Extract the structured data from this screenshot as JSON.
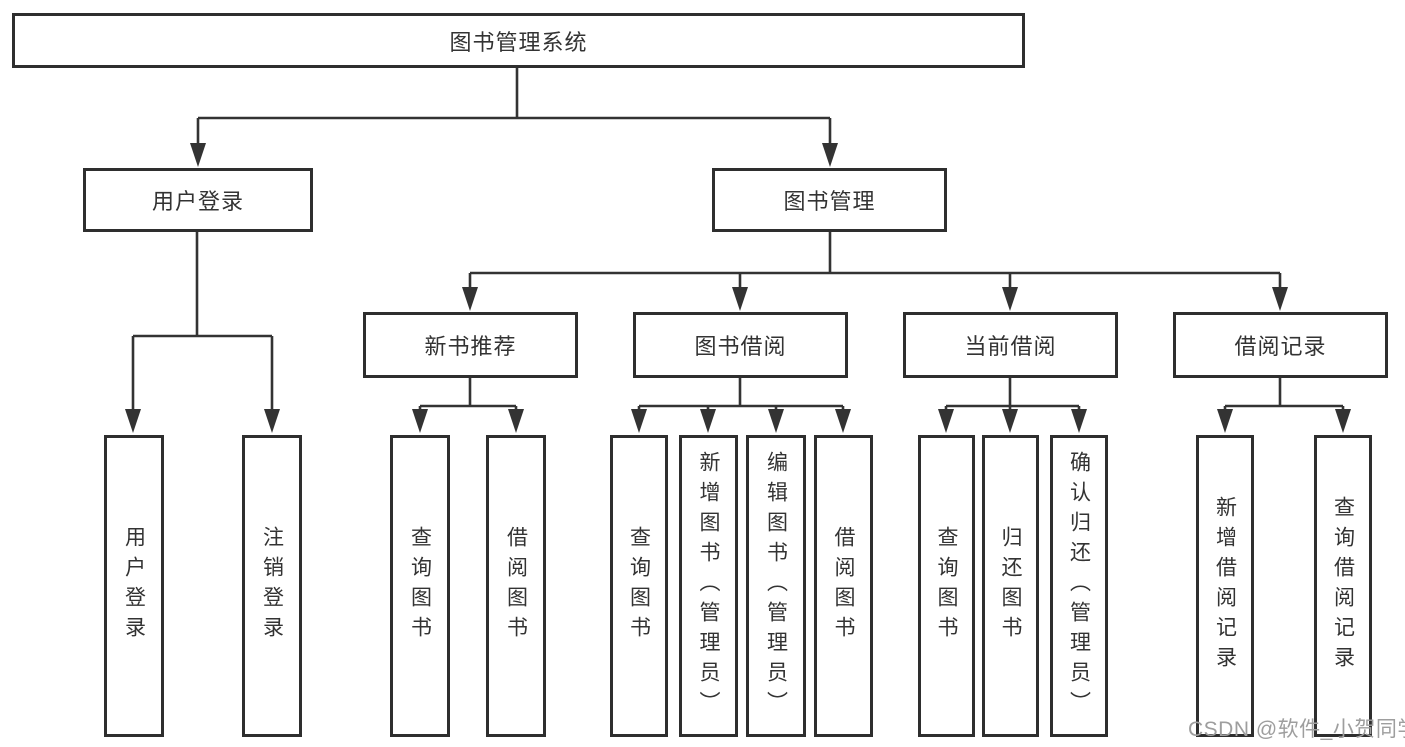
{
  "diagram": {
    "root": "图书管理系统",
    "user_login": {
      "label": "用户登录",
      "children": [
        "用户登录",
        "注销登录"
      ]
    },
    "book_mgmt": {
      "label": "图书管理",
      "sections": [
        {
          "label": "新书推荐",
          "children": [
            "查询图书",
            "借阅图书"
          ]
        },
        {
          "label": "图书借阅",
          "children": [
            "查询图书",
            "新增图书（管理员）",
            "编辑图书（管理员）",
            "借阅图书"
          ]
        },
        {
          "label": "当前借阅",
          "children": [
            "查询图书",
            "归还图书",
            "确认归还（管理员）"
          ]
        },
        {
          "label": "借阅记录",
          "children": [
            "新增借阅记录",
            "查询借阅记录"
          ]
        }
      ]
    }
  },
  "watermark": "CSDN @软件_小贺同学",
  "colors": {
    "line": "#333333",
    "border": "#2e2e2e",
    "text": "#333333",
    "watermark_text": "#9e9e9e",
    "background": "#ffffff"
  }
}
